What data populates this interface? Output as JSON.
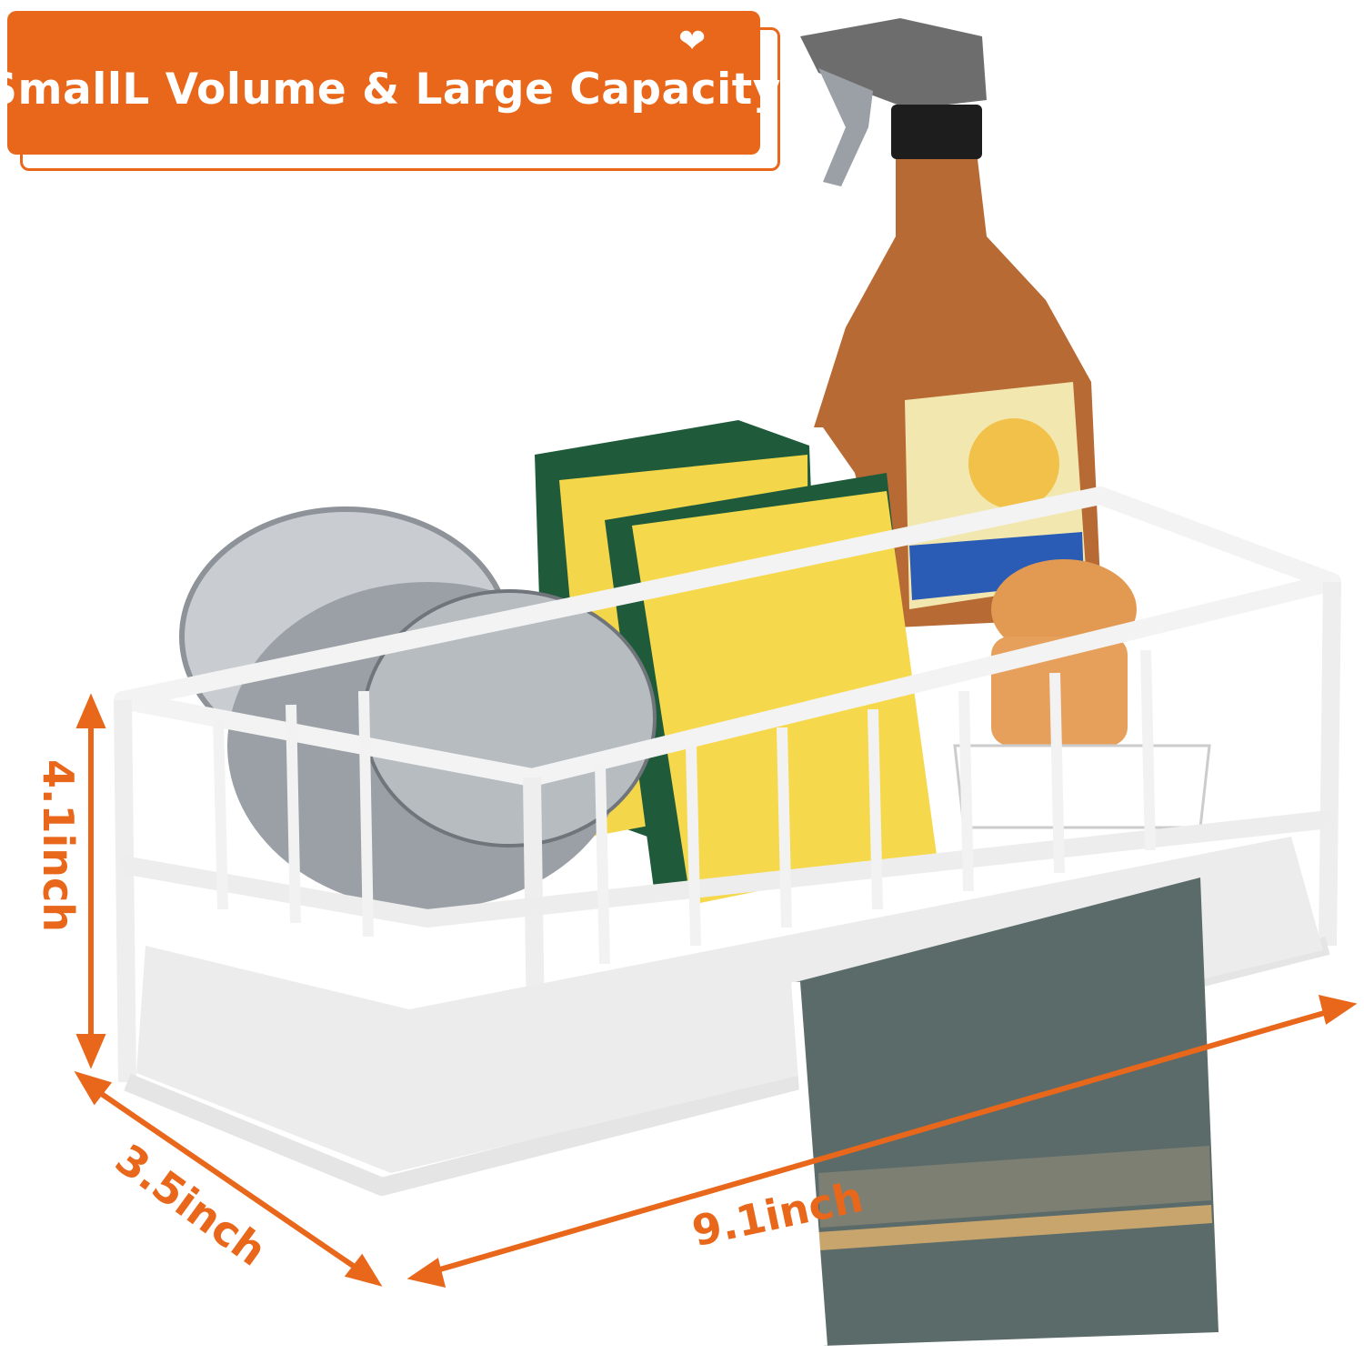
{
  "banner": {
    "title": "SmallL Volume & Large Capacity",
    "heart_icon": "heart-icon"
  },
  "dimensions": {
    "height": "4.1inch",
    "depth": "3.5inch",
    "width": "9.1inch"
  },
  "colors": {
    "accent": "#e8671a",
    "rack": "#f4f4f4",
    "sponge_yellow": "#f4d64a",
    "sponge_green": "#1f5a3a",
    "bottle": "#b86a34",
    "towel": "#5b6b6a"
  }
}
